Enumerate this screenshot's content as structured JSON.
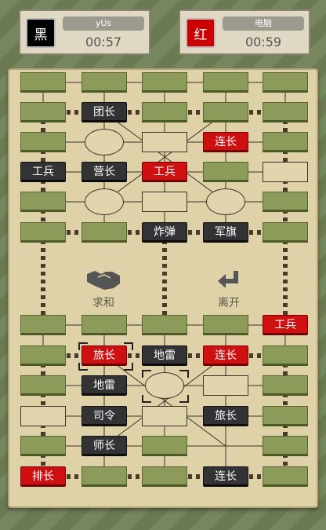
{
  "players": {
    "black": {
      "color_label": "黑",
      "name": "yUs",
      "time": "00:57",
      "color_hex": "#000000"
    },
    "red": {
      "color_label": "红",
      "name": "电脑",
      "time": "00:59",
      "color_hex": "#cc0000"
    }
  },
  "actions": {
    "draw": "求和",
    "leave": "离开"
  },
  "pieces": [
    {
      "row": 1,
      "col": 1,
      "side": "black",
      "label": "团长"
    },
    {
      "row": 2,
      "col": 3,
      "side": "red",
      "label": "连长"
    },
    {
      "row": 3,
      "col": 0,
      "side": "black",
      "label": "工兵"
    },
    {
      "row": 3,
      "col": 1,
      "side": "black",
      "label": "营长"
    },
    {
      "row": 3,
      "col": 2,
      "side": "red",
      "label": "工兵"
    },
    {
      "row": 5,
      "col": 2,
      "side": "black",
      "label": "炸弹"
    },
    {
      "row": 5,
      "col": 3,
      "side": "black",
      "label": "军旗"
    },
    {
      "row": 6,
      "col": 4,
      "side": "red",
      "label": "工兵"
    },
    {
      "row": 7,
      "col": 1,
      "side": "red",
      "label": "旅长"
    },
    {
      "row": 7,
      "col": 2,
      "side": "black",
      "label": "地雷"
    },
    {
      "row": 7,
      "col": 3,
      "side": "red",
      "label": "连长"
    },
    {
      "row": 8,
      "col": 1,
      "side": "black",
      "label": "地雷"
    },
    {
      "row": 9,
      "col": 1,
      "side": "black",
      "label": "司令"
    },
    {
      "row": 9,
      "col": 3,
      "side": "black",
      "label": "旅长"
    },
    {
      "row": 10,
      "col": 1,
      "side": "black",
      "label": "师长"
    },
    {
      "row": 11,
      "col": 0,
      "side": "red",
      "label": "排长"
    },
    {
      "row": 11,
      "col": 3,
      "side": "black",
      "label": "连长"
    }
  ],
  "hidden": [
    {
      "row": 0,
      "col": 0
    },
    {
      "row": 0,
      "col": 1
    },
    {
      "row": 0,
      "col": 2
    },
    {
      "row": 0,
      "col": 3
    },
    {
      "row": 0,
      "col": 4
    },
    {
      "row": 1,
      "col": 0
    },
    {
      "row": 1,
      "col": 2
    },
    {
      "row": 1,
      "col": 3
    },
    {
      "row": 1,
      "col": 4
    },
    {
      "row": 2,
      "col": 0
    },
    {
      "row": 2,
      "col": 4
    },
    {
      "row": 3,
      "col": 3
    },
    {
      "row": 4,
      "col": 0
    },
    {
      "row": 4,
      "col": 4
    },
    {
      "row": 5,
      "col": 0
    },
    {
      "row": 5,
      "col": 1
    },
    {
      "row": 5,
      "col": 4
    },
    {
      "row": 6,
      "col": 0
    },
    {
      "row": 6,
      "col": 1
    },
    {
      "row": 6,
      "col": 2
    },
    {
      "row": 6,
      "col": 3
    },
    {
      "row": 7,
      "col": 0
    },
    {
      "row": 7,
      "col": 4
    },
    {
      "row": 8,
      "col": 0
    },
    {
      "row": 8,
      "col": 4
    },
    {
      "row": 9,
      "col": 4
    },
    {
      "row": 10,
      "col": 0
    },
    {
      "row": 10,
      "col": 2
    },
    {
      "row": 10,
      "col": 4
    },
    {
      "row": 11,
      "col": 1
    },
    {
      "row": 11,
      "col": 2
    },
    {
      "row": 11,
      "col": 4
    }
  ],
  "empty_posts": [
    {
      "row": 2,
      "col": 2
    },
    {
      "row": 3,
      "col": 4
    },
    {
      "row": 4,
      "col": 2
    },
    {
      "row": 8,
      "col": 3
    },
    {
      "row": 9,
      "col": 0
    },
    {
      "row": 9,
      "col": 2
    }
  ],
  "camps": [
    {
      "row": 2,
      "col": 1
    },
    {
      "row": 4,
      "col": 1
    },
    {
      "row": 4,
      "col": 3
    },
    {
      "row": 8,
      "col": 2
    }
  ]
}
